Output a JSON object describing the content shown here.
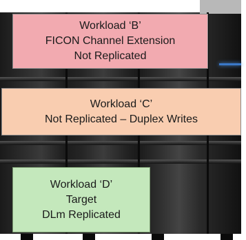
{
  "workloads": [
    {
      "id": "B",
      "title": "Workload ‘B’",
      "line2": "FICON Channel Extension",
      "line3": "Not Replicated",
      "color": "#f2aab0"
    },
    {
      "id": "C",
      "title": "Workload ‘C’",
      "line2": "Not Replicated – Duplex Writes",
      "color": "#f9cdb0"
    },
    {
      "id": "D",
      "title": "Workload ‘D’",
      "line2": "Target",
      "line3": "DLm Replicated",
      "color": "#c4e8bc"
    }
  ]
}
